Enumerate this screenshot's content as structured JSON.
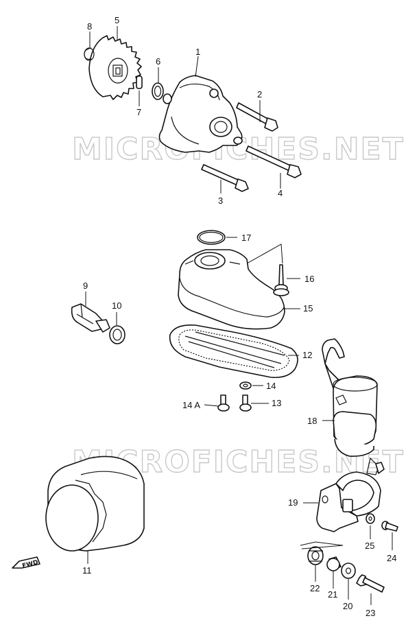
{
  "watermark": "MICROFICHES.NET",
  "labels": {
    "p1": "1",
    "p2": "2",
    "p3": "3",
    "p4": "4",
    "p5": "5",
    "p6": "6",
    "p7": "7",
    "p8": "8",
    "p9": "9",
    "p10": "10",
    "p11": "11",
    "p12": "12",
    "p13": "13",
    "p14": "14",
    "p14a": "14 A",
    "p15": "15",
    "p16": "16",
    "p17": "17",
    "p18": "18",
    "p19": "19",
    "p20": "20",
    "p21": "21",
    "p22": "22",
    "p23": "23",
    "p24": "24",
    "p25": "25"
  },
  "direction_arrow": "FWD"
}
